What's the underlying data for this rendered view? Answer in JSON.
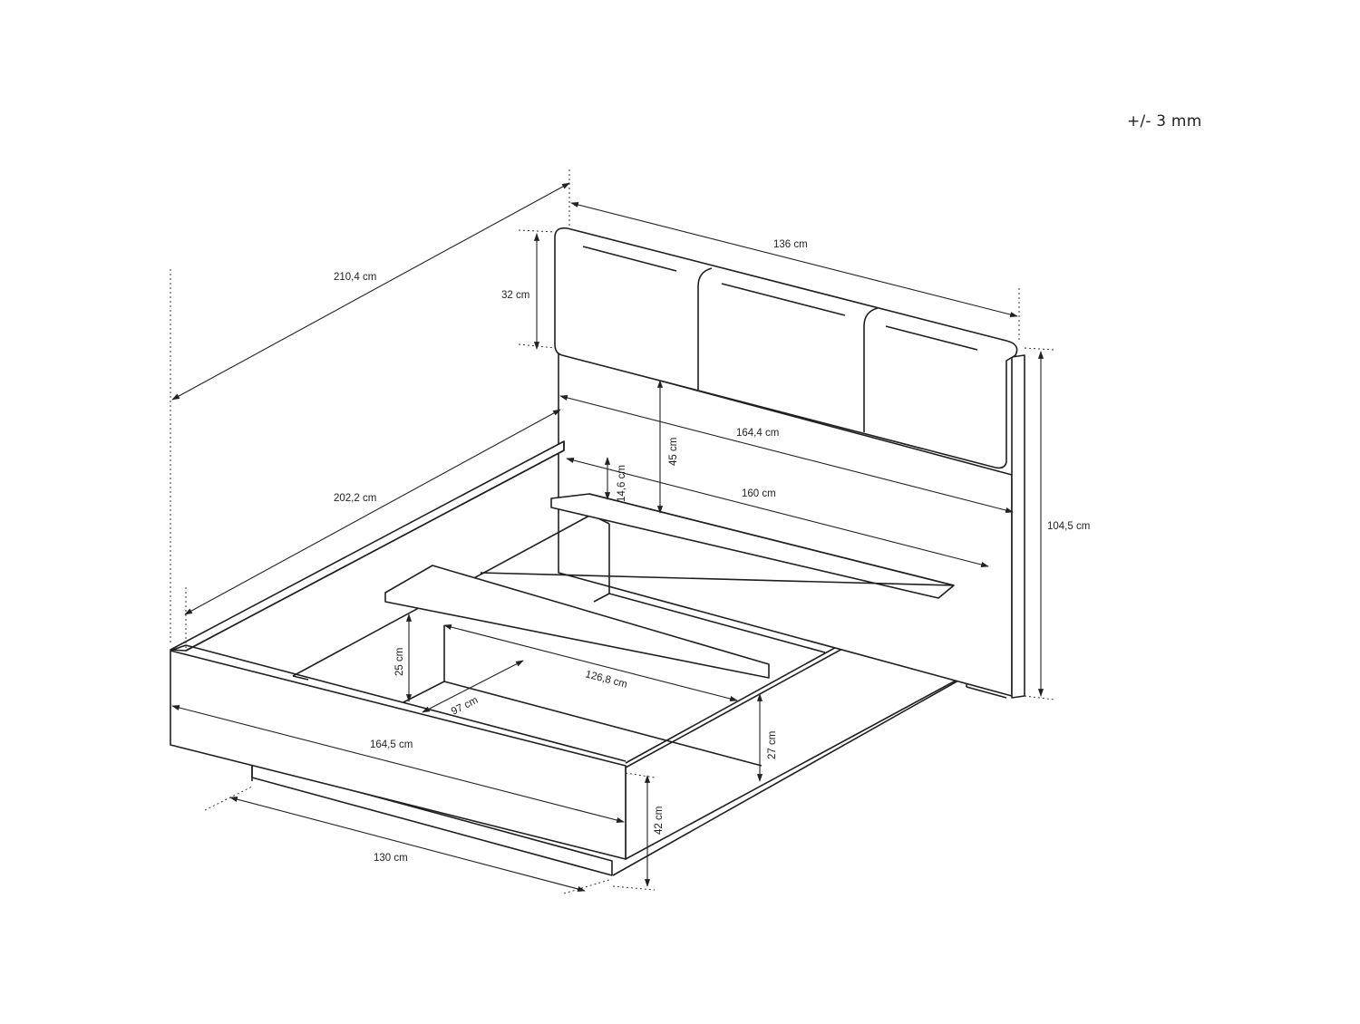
{
  "tolerance": "+/- 3 mm",
  "dimensions": {
    "total_length": "210,4 cm",
    "headboard_width": "136 cm",
    "headboard_cushion_height": "32 cm",
    "frame_length": "202,2 cm",
    "headboard_panel_width": "164,4 cm",
    "headboard_panel_height": "45 cm",
    "shelf_height": "14,6 cm",
    "inner_width": "160 cm",
    "total_height": "104,5 cm",
    "inner_frame_height": "25 cm",
    "slat_length": "126,8 cm",
    "inner_depth": "97 cm",
    "side_rail_height": "27 cm",
    "footboard_width": "164,5 cm",
    "base_width": "130 cm",
    "footboard_height": "42 cm"
  }
}
